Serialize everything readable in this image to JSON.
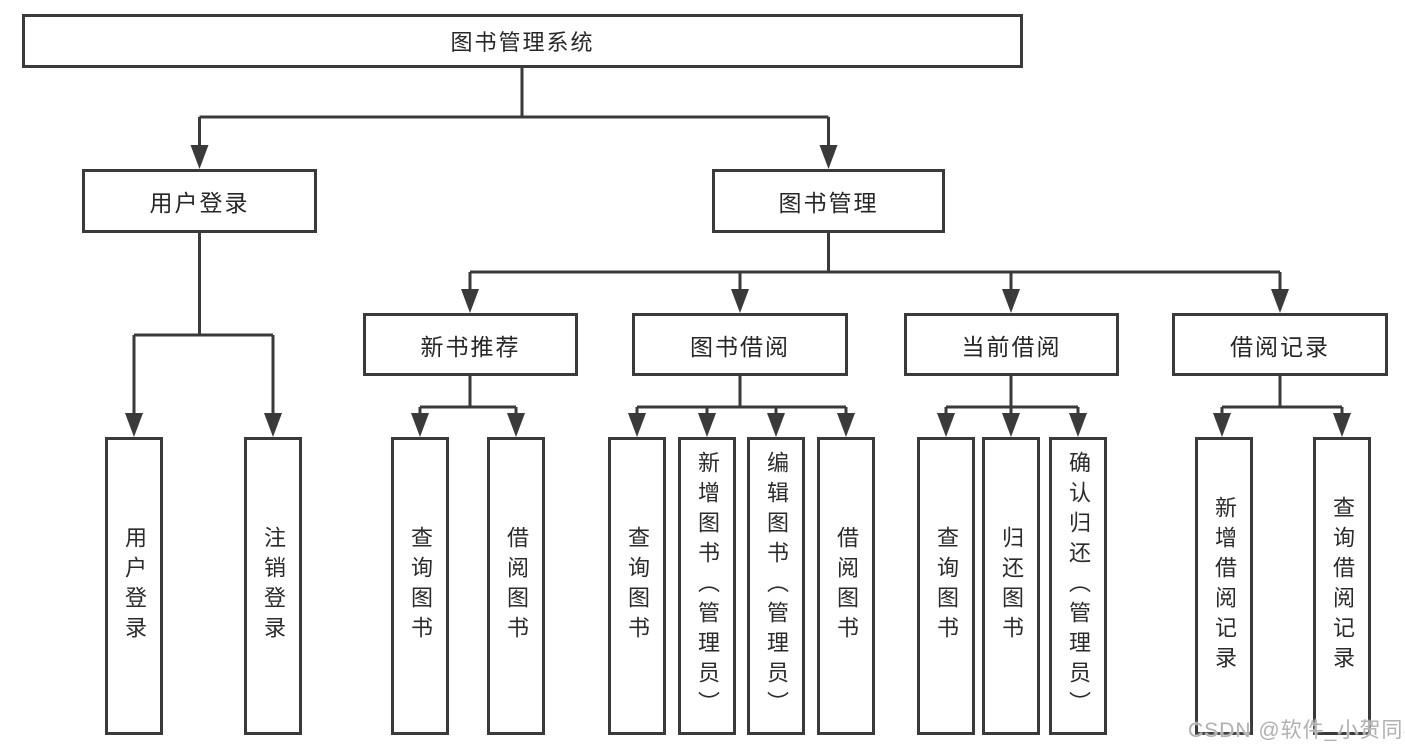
{
  "tree": {
    "root": "图书管理系统",
    "branches": [
      {
        "label": "用户登录",
        "children": [
          "用户登录",
          "注销登录"
        ]
      },
      {
        "label": "图书管理",
        "sections": [
          {
            "label": "新书推荐",
            "children": [
              "查询图书",
              "借阅图书"
            ]
          },
          {
            "label": "图书借阅",
            "children": [
              "查询图书",
              "新增图书（管理员）",
              "编辑图书（管理员）",
              "借阅图书"
            ]
          },
          {
            "label": "当前借阅",
            "children": [
              "查询图书",
              "归还图书",
              "确认归还（管理员）"
            ]
          },
          {
            "label": "借阅记录",
            "children": [
              "新增借阅记录",
              "查询借阅记录"
            ]
          }
        ]
      }
    ]
  },
  "watermark": "CSDN @软件_小贺同学",
  "colors": {
    "line": "#3a3a3a",
    "text": "#262626",
    "box_background": "#ffffff",
    "watermark": "#b0b0b0",
    "background": "#ffffff"
  }
}
